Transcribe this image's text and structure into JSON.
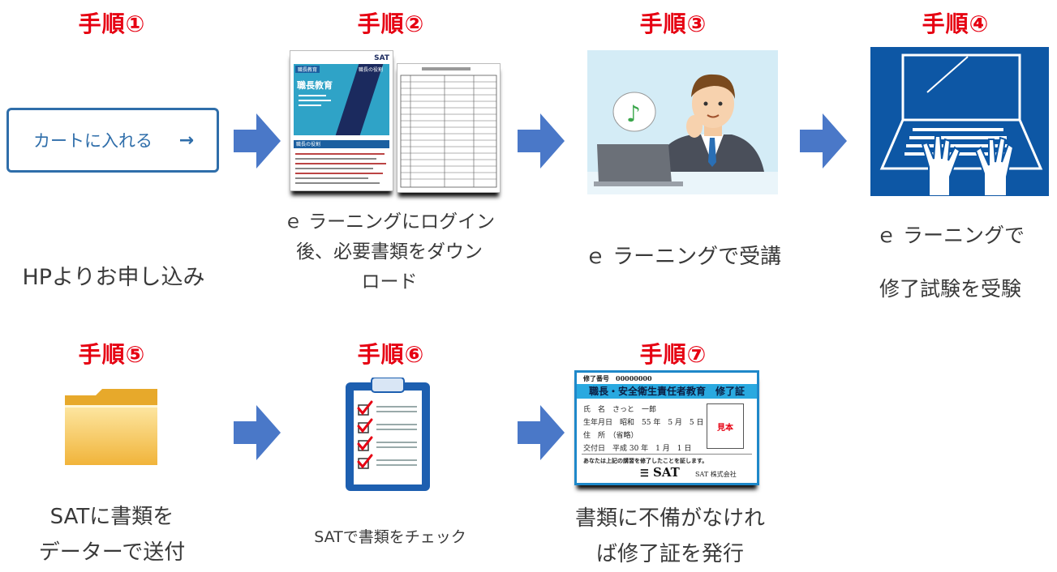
{
  "steps": [
    {
      "title": "手順①",
      "caption_lines": [
        "HPよりお申し込み"
      ],
      "button_label": "カートに入れる",
      "button_arrow": "→"
    },
    {
      "title": "手順②",
      "caption_lines": [
        "ｅ ラーニングにログイン",
        "後、必要書類をダウン",
        "ロード"
      ]
    },
    {
      "title": "手順③",
      "caption_lines": [
        "ｅ ラーニングで受講"
      ]
    },
    {
      "title": "手順④",
      "caption_lines": [
        "ｅ ラーニングで",
        "修了試験を受験"
      ]
    },
    {
      "title": "手順⑤",
      "caption_lines": [
        "SATに書類を",
        "データーで送付"
      ]
    },
    {
      "title": "手順⑥",
      "caption_lines": [
        "SATで書類をチェック"
      ]
    },
    {
      "title": "手順⑦",
      "caption_lines": [
        "書類に不備がなけれ",
        "ば修了証を発行"
      ]
    }
  ],
  "document": {
    "logo": "SAT",
    "cover_title": "職長教育",
    "tab_left": "職長教育",
    "tab_right": "職長の役割",
    "section_header": "職長の役割"
  },
  "certificate": {
    "number_line": "修了番号　00000000",
    "title": "職長・安全衛生責任者教育　修了証",
    "name_line": "氏　名　さっと　一郎",
    "birth_line": "生年月日　昭和　55 年　5 月　5 日",
    "address_line": "住　所　（省略）",
    "issue_line": "交付日　平成 30 年　1 月　1 日",
    "stamp_label": "見本",
    "statement": "あなたは上記の講習を修了したことを証します。",
    "logo": "SAT",
    "company": "SAT 株式会社"
  },
  "colors": {
    "step_title": "#e60012",
    "arrow": "#4a78c8",
    "button_border": "#2f6eaa",
    "cert_band": "#29a9e0"
  }
}
